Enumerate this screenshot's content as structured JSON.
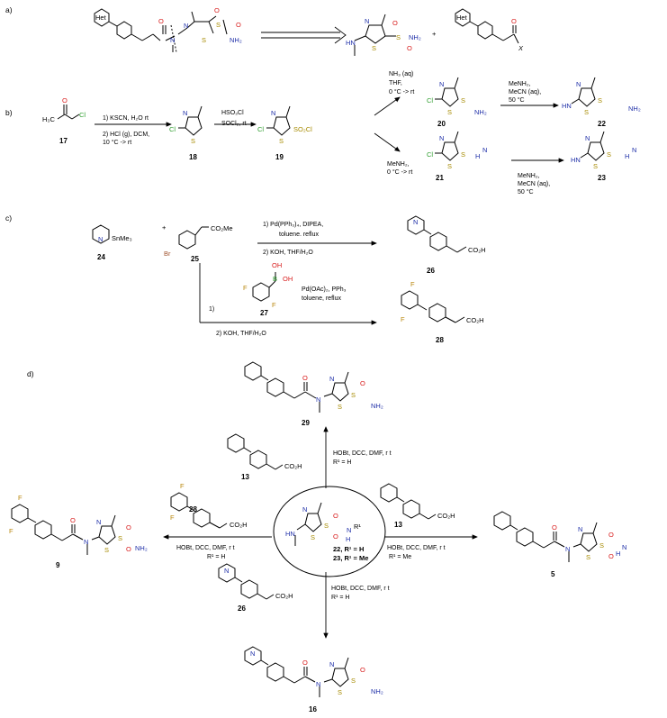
{
  "sections": {
    "a": "a)",
    "b": "b)",
    "c": "c)",
    "d": "d)"
  },
  "atoms": {
    "het": "Het",
    "N": "N",
    "S": "S",
    "O": "O",
    "Cl": "Cl",
    "Br": "Br",
    "F": "F",
    "B": "B",
    "H": "H",
    "OH": "OH",
    "HN": "HN",
    "NH2": "NH₂",
    "X": "X",
    "SO2Cl": "SO₂Cl",
    "CO2H": "CO₂H",
    "CO2Me": "CO₂Me",
    "SnMe3": "SnMe₃",
    "plus": "+"
  },
  "compounds": {
    "c17": "17",
    "c18": "18",
    "c19": "19",
    "c20": "20",
    "c21": "21",
    "c22": "22",
    "c23": "23",
    "c24": "24",
    "c25": "25",
    "c26": "26",
    "c27": "27",
    "c28": "28",
    "c29": "29",
    "c13": "13",
    "c9": "9",
    "c5": "5",
    "c16": "16"
  },
  "conditions_b": {
    "s1a": "1) KSCN, H₂O rt",
    "s1b": "2) HCl (g), DCM,",
    "s1c": "10 °C -> rt",
    "s2a": "HSO₃Cl",
    "s2b": "SOCl₂, rt",
    "s3a": "NH₃ (aq)",
    "s3b": "THF,",
    "s3c": "0 °C -> rt",
    "s4a": "MeNH₂,",
    "s4b": "0 °C -> rt",
    "s5a": "MeNH₂,",
    "s5b": "MeCN (aq),",
    "s5c": "50 °C",
    "s6a": "MeNH₂,",
    "s6b": "MeCN (aq),",
    "s6c": "50 °C"
  },
  "conditions_c": {
    "a1": "1) Pd(PPh₃)₄, DIPEA,",
    "a2": "toluene. reflux",
    "a3": "2) KOH, THF/H₂O",
    "b1": "1)",
    "b2": "Pd(OAc)₂, PPh₃",
    "b3": "toluene, reflux",
    "b4": "2) KOH, THF/H₂O"
  },
  "conditions_d": {
    "top1": "HOBt, DCC, DMF, r t",
    "top2": "R¹ = H",
    "left1": "HOBt, DCC, DMF, r t",
    "left2": "R¹ = H",
    "right1": "HOBt, DCC, DMF, r t",
    "right2": "R¹ = Me",
    "bottom1": "HOBt, DCC, DMF, r t",
    "bottom2": "R¹ = H"
  },
  "center": {
    "r1": "R¹",
    "line22": "22, R¹ = H",
    "line23": "23, R¹ = Me"
  }
}
